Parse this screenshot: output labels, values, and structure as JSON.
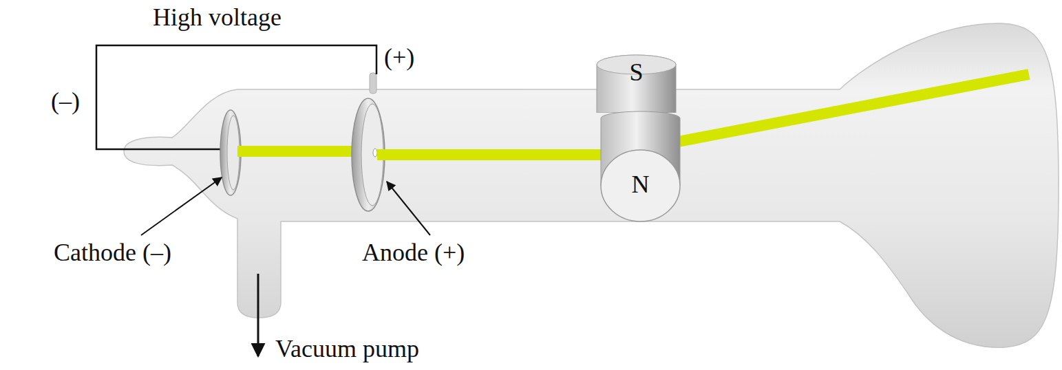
{
  "diagram": {
    "nodes": [
      {
        "text": [
          "S"
        ]
      },
      {
        "text": [
          "N"
        ]
      }
    ],
    "labels": [
      "High voltage",
      "(+)",
      "(–)",
      "Cathode (–)",
      "Anode (+)",
      "Vacuum pump"
    ]
  }
}
